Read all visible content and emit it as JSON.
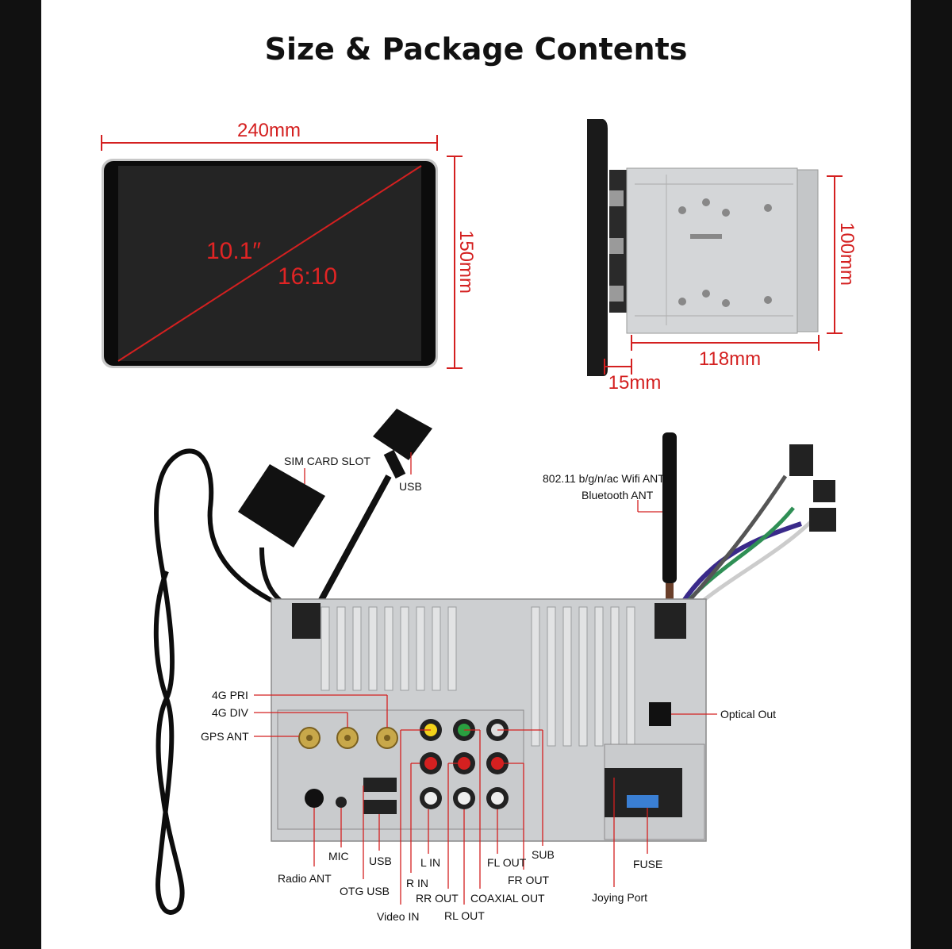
{
  "title": "Size & Package Contents",
  "dimensions": {
    "width": "240mm",
    "height": "150mm",
    "screen_size": "10.1″",
    "aspect_ratio": "16:10",
    "body_height": "100mm",
    "body_depth": "118mm",
    "screen_depth": "15mm"
  },
  "ports": {
    "sim_card_slot": "SIM CARD SLOT",
    "usb_cable": "USB",
    "wifi_ant": "802.11 b/g/n/ac Wifi ANT",
    "bt_ant": "Bluetooth ANT",
    "pri_4g": "4G PRI",
    "div_4g": "4G DIV",
    "gps_ant": "GPS ANT",
    "optical_out": "Optical Out",
    "radio_ant": "Radio ANT",
    "mic": "MIC",
    "otg_usb": "OTG USB",
    "usb": "USB",
    "video_in": "Video IN",
    "l_in": "L IN",
    "r_in": "R IN",
    "rr_out": "RR OUT",
    "rl_out": "RL OUT",
    "coaxial_out": "COAXIAL OUT",
    "fl_out": "FL OUT",
    "fr_out": "FR OUT",
    "sub": "SUB",
    "joying_port": "Joying Port",
    "fuse": "FUSE"
  },
  "colors": {
    "accent": "#d42020",
    "background": "#ffffff",
    "frame": "#111111"
  }
}
